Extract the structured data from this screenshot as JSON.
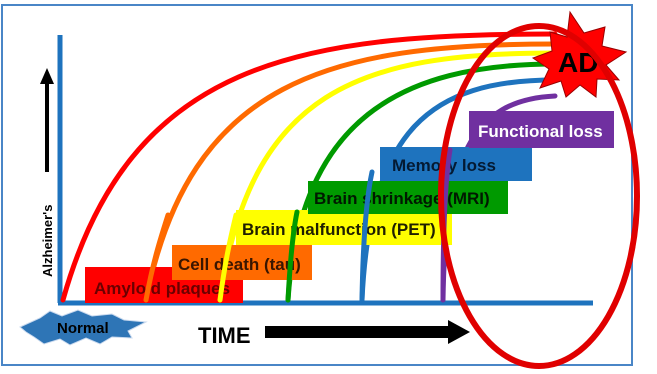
{
  "axes": {
    "y_label": "Alzheimer's",
    "x_label": "TIME"
  },
  "stages": [
    {
      "id": "amyloid",
      "label": "Amyloid plaques",
      "color": "#ff0000",
      "text_color": "#6b0000"
    },
    {
      "id": "tau",
      "label": "Cell death (tau)",
      "color": "#ff6a00",
      "text_color": "#3a1600"
    },
    {
      "id": "pet",
      "label": "Brain malfunction (PET)",
      "color": "#ffff00",
      "text_color": "#1f1f00"
    },
    {
      "id": "mri",
      "label": "Brain shrinkage (MRI)",
      "color": "#009a00",
      "text_color": "#001900"
    },
    {
      "id": "memory",
      "label": "Memory loss",
      "color": "#1e73be",
      "text_color": "#041a33"
    },
    {
      "id": "functional",
      "label": "Functional loss",
      "color": "#7030a0",
      "text_color": "#ffffff"
    }
  ],
  "badges": {
    "start": "Normal",
    "end": "AD"
  },
  "colors": {
    "frame": "#4a86c7",
    "axis": "#1e73be",
    "highlight_ellipse": "#e00000",
    "starburst_fill": "#ff0000",
    "normal_burst_fill": "#2e75b6"
  }
}
